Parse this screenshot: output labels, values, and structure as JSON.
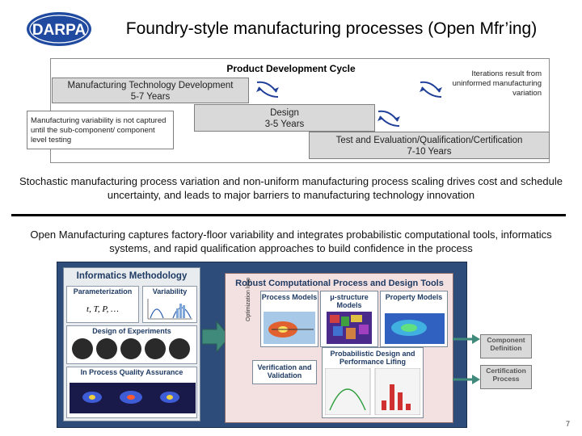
{
  "header": {
    "logo_text": "DARPA",
    "title": "Foundry-style manufacturing processes (Open Mfr’ing)"
  },
  "cycle_diagram": {
    "title": "Product Development Cycle",
    "manufacturing_dev": {
      "line1": "Manufacturing Technology Development",
      "line2": "5-7 Years"
    },
    "design": {
      "line1": "Design",
      "line2": "3-5 Years"
    },
    "test": {
      "line1": "Test and Evaluation/Qualification/Certification",
      "line2": "7-10 Years"
    },
    "variability_note": "Manufacturing variability is not captured until the sub-component/ component level testing",
    "iteration_note": "Iterations result from uninformed manufacturing variation",
    "arrow_color": "#1f3f99"
  },
  "paragraphs": {
    "stochastic": "Stochastic manufacturing process variation and non-uniform manufacturing process scaling drives cost and schedule uncertainty, and leads to major barriers to manufacturing technology innovation",
    "open_mfg": "Open Manufacturing captures factory-floor variability and integrates probabilistic computational tools, informatics systems, and rapid qualification approaches to build confidence in the process"
  },
  "figure": {
    "informatics": {
      "title": "Informatics Methodology",
      "parameterization": "Parameterization",
      "parameters": "t, T, P, …",
      "variability": "Variability",
      "design_of_experiments": "Design of Experiments",
      "in_process_qa": "In Process Quality Assurance"
    },
    "robust": {
      "title": "Robust Computational Process and Design Tools",
      "process_models": "Process Models",
      "microstructure_models": "μ-structure Models",
      "property_models": "Property Models",
      "optimization_loop": "Optimization loop",
      "verification": "Verification and Validation",
      "probabilistic": "Probabilistic Design and Performance Lifing"
    },
    "component_definition": "Component Definition",
    "certification_process": "Certification Process",
    "colors": {
      "frame": "#2e4c7a",
      "informatics_bg": "#e8ecef",
      "robust_bg": "#f3e0e0",
      "arrow": "#3f8a7a"
    }
  },
  "footer": {
    "page_number": "7"
  }
}
